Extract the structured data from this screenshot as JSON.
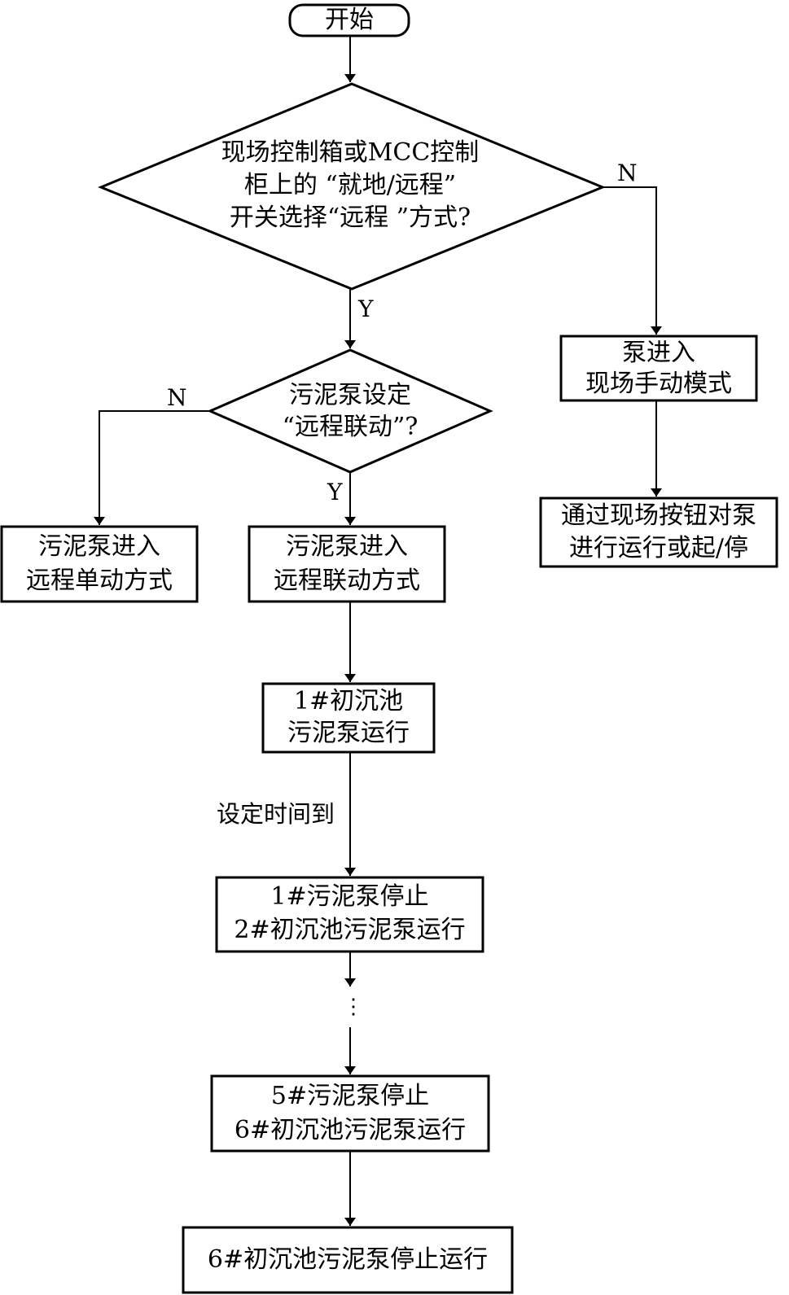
{
  "nodes": {
    "start": "开始",
    "decision_mode": [
      "现场控制箱或MCC控制",
      "柜上的 “就地/远程”",
      "开关选择“远程 ”方式?"
    ],
    "pump_manual": [
      "泵进入",
      "现场手动模式"
    ],
    "button_control": [
      "通过现场按钮对泵",
      "进行运行或起/停"
    ],
    "decision_linkage": [
      "污泥泵设定",
      "“远程联动”?"
    ],
    "remote_single": [
      "污泥泵进入",
      "远程单动方式"
    ],
    "remote_linked": [
      "污泥泵进入",
      "远程联动方式"
    ],
    "tank1_run": [
      "1#初沉池",
      "污泥泵运行"
    ],
    "step2": [
      "1#污泥泵停止",
      "2#初沉池污泥泵运行"
    ],
    "step6": [
      "5#污泥泵停止",
      "6#初沉池污泥泵运行"
    ],
    "end": "6#初沉池污泥泵停止运行"
  },
  "edges": {
    "yes": "Y",
    "no": "N",
    "timer": "设定时间到",
    "ellipsis": "⋮"
  }
}
